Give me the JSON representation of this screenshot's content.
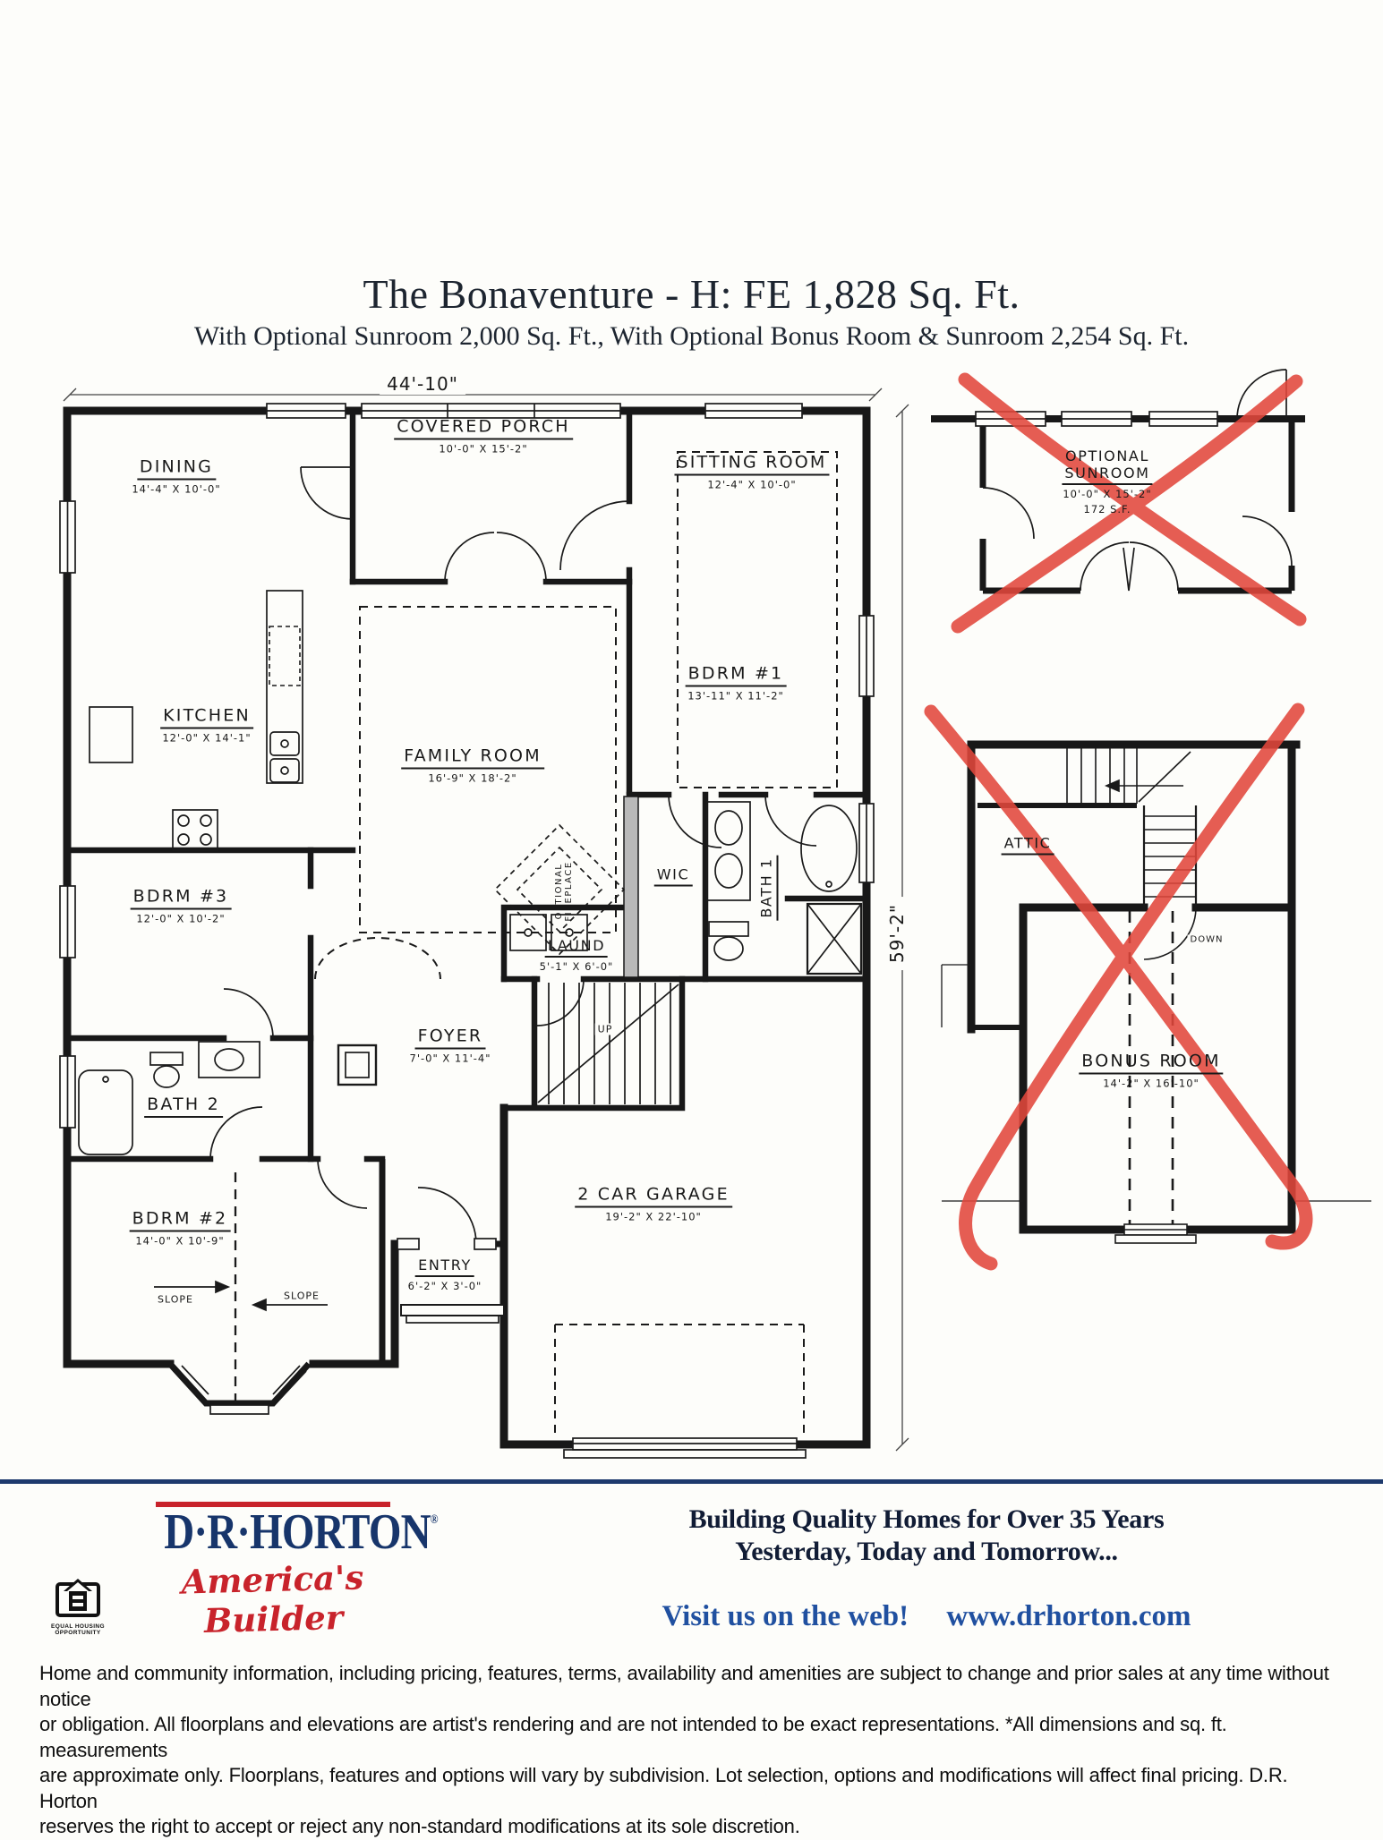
{
  "header": {
    "title": "The Bonaventure -  H: FE 1,828 Sq. Ft.",
    "subtitle": "With Optional Sunroom 2,000 Sq. Ft., With Optional Bonus Room & Sunroom 2,254 Sq. Ft."
  },
  "plan": {
    "overall_width": "44'-10\"",
    "overall_depth": "59'-2\"",
    "rooms": {
      "dining": {
        "name": "DINING",
        "dim": "14'-4\" X 10'-0\""
      },
      "covered_porch": {
        "name": "COVERED PORCH",
        "dim": "10'-0\" X 15'-2\""
      },
      "sitting_room": {
        "name": "SITTING ROOM",
        "dim": "12'-4\" X 10'-0\""
      },
      "bdrm1": {
        "name": "BDRM #1",
        "dim": "13'-11\" X 11'-2\""
      },
      "kitchen": {
        "name": "KITCHEN",
        "dim": "12'-0\" X 14'-1\""
      },
      "family_room": {
        "name": "FAMILY ROOM",
        "dim": "16'-9\" X 18'-2\""
      },
      "bdrm3": {
        "name": "BDRM #3",
        "dim": "12'-0\" X 10'-2\""
      },
      "wic": {
        "name": "WIC"
      },
      "bath1": {
        "name": "BATH 1"
      },
      "laundry": {
        "name": "LAUND",
        "dim": "5'-1\" X 6'-0\""
      },
      "optional_fireplace": {
        "line1": "OPTIONAL",
        "line2": "FIREPLACE"
      },
      "up": "UP",
      "foyer": {
        "name": "FOYER",
        "dim": "7'-0\" X 11'-4\""
      },
      "bath2": {
        "name": "BATH 2"
      },
      "bdrm2": {
        "name": "BDRM #2",
        "dim": "14'-0\" X 10'-9\""
      },
      "slope": "SLOPE",
      "entry": {
        "name": "ENTRY",
        "dim": "6'-2\" X 3'-0\""
      },
      "garage": {
        "name": "2 CAR GARAGE",
        "dim": "19'-2\" X 22'-10\""
      }
    },
    "options": {
      "sunroom": {
        "name_line1": "OPTIONAL",
        "name_line2": "SUNROOM",
        "dim": "10'-0\" X 15'-2\"",
        "area": "172 S.F."
      },
      "attic": {
        "name": "ATTIC"
      },
      "down": "DOWN",
      "bonus": {
        "name": "BONUS ROOM",
        "dim": "14'-2\" X 16'-10\""
      }
    }
  },
  "footer": {
    "logo": {
      "brand": "D·R·HORTON",
      "registered": "®",
      "tagline": "America's Builder",
      "eho": "EQUAL HOUSING OPPORTUNITY"
    },
    "slogan_line1": "Building Quality Homes for Over 35 Years",
    "slogan_line2": "Yesterday, Today and Tomorrow...",
    "web_cta": "Visit us on the web!",
    "web_url": "www.drhorton.com",
    "disclaimer": [
      "Home and community information, including pricing, features, terms, availability and amenities are subject to change and prior sales at any time without notice",
      "or obligation.  All floorplans and elevations are artist's rendering and are not intended to be exact representations.  *All dimensions and sq. ft. measurements",
      "are approximate only.  Floorplans, features and options will vary by subdivision.  Lot selection, options and modifications will affect final pricing.  D.R. Horton",
      "reserves the right to accept or reject any non-standard modifications at its sole discretion."
    ]
  },
  "colors": {
    "red_x": "#e2473c",
    "brand_navy": "#17356b",
    "brand_red": "#c8232b",
    "web_blue": "#2050a0",
    "line_black": "#181818"
  }
}
